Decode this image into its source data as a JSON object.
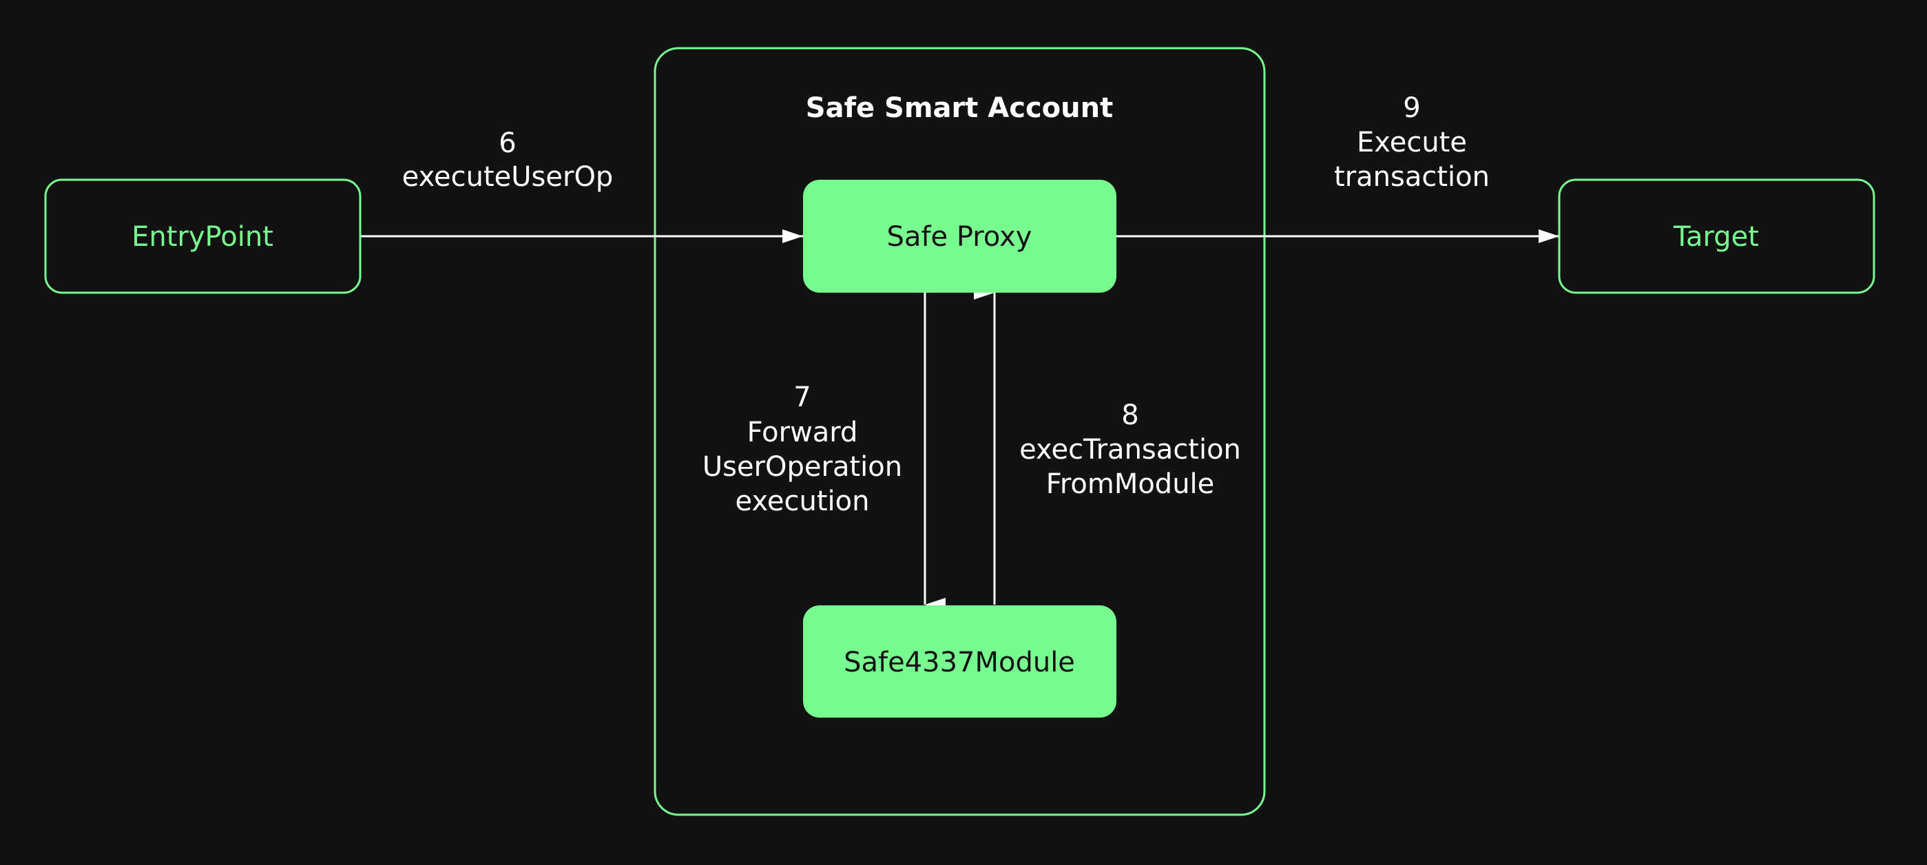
{
  "colors": {
    "background": "#121212",
    "accent": "#78FC8F",
    "arrow": "#FFFFFF",
    "label_text": "#FFFFFF",
    "filled_node_text": "#121212"
  },
  "container": {
    "title": "Safe Smart Account"
  },
  "nodes": {
    "entrypoint": {
      "label": "EntryPoint"
    },
    "safe_proxy": {
      "label": "Safe Proxy"
    },
    "safe4337_module": {
      "label": "Safe4337Module"
    },
    "target": {
      "label": "Target"
    }
  },
  "edges": {
    "e6": {
      "step": "6",
      "lines": [
        "executeUserOp"
      ]
    },
    "e7": {
      "step": "7",
      "lines": [
        "Forward",
        "UserOperation",
        "execution"
      ]
    },
    "e8": {
      "step": "8",
      "lines": [
        "execTransaction",
        "FromModule"
      ]
    },
    "e9": {
      "step": "9",
      "lines": [
        "Execute",
        "transaction"
      ]
    }
  }
}
